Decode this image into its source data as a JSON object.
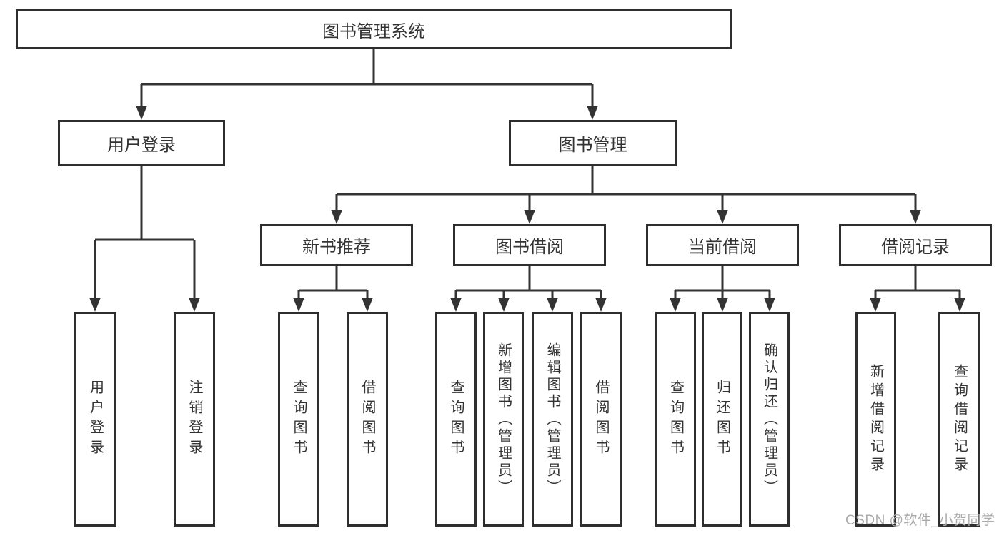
{
  "colors": {
    "line": "#333333",
    "border": "#2e2e2e",
    "text": "#333333",
    "watermark_color": "#ababab",
    "background": "#ffffff"
  },
  "watermark": {
    "text": "CSDN @软件_小贺同学"
  },
  "tree": {
    "root": {
      "label": "图书管理系统",
      "children": [
        {
          "label": "用户登录",
          "children": [
            {
              "label": "用户登录"
            },
            {
              "label": "注销登录"
            }
          ]
        },
        {
          "label": "图书管理",
          "children": [
            {
              "label": "新书推荐",
              "children": [
                {
                  "label": "查询图书"
                },
                {
                  "label": "借阅图书"
                }
              ]
            },
            {
              "label": "图书借阅",
              "children": [
                {
                  "label": "查询图书"
                },
                {
                  "label": "新增图书（管理员）"
                },
                {
                  "label": "编辑图书（管理员）"
                },
                {
                  "label": "借阅图书"
                }
              ]
            },
            {
              "label": "当前借阅",
              "children": [
                {
                  "label": "查询图书"
                },
                {
                  "label": "归还图书"
                },
                {
                  "label": "确认归还（管理员）"
                }
              ]
            },
            {
              "label": "借阅记录",
              "children": [
                {
                  "label": "新增借阅记录"
                },
                {
                  "label": "查询借阅记录"
                }
              ]
            }
          ]
        }
      ]
    }
  }
}
